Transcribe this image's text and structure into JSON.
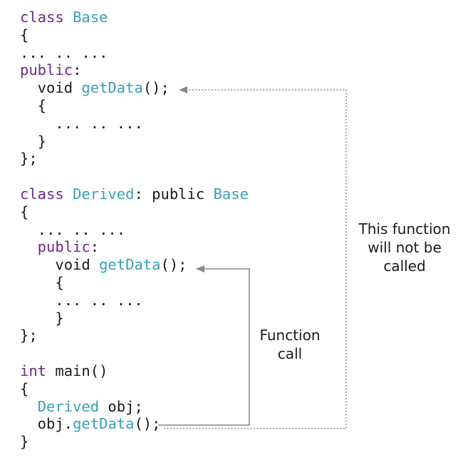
{
  "code_lines": [
    [
      {
        "t": "class ",
        "c": "kw"
      },
      {
        "t": "Base",
        "c": "ty"
      }
    ],
    [
      {
        "t": "{",
        "c": "pl"
      }
    ],
    [
      {
        "t": "... .. ...",
        "c": "pl"
      }
    ],
    [
      {
        "t": "public",
        "c": "kw"
      },
      {
        "t": ":",
        "c": "pl"
      }
    ],
    [
      {
        "t": "  void ",
        "c": "pl"
      },
      {
        "t": "getData",
        "c": "ty"
      },
      {
        "t": "();",
        "c": "pl"
      }
    ],
    [
      {
        "t": "  {",
        "c": "pl"
      }
    ],
    [
      {
        "t": "    ... .. ...",
        "c": "pl"
      }
    ],
    [
      {
        "t": "  }",
        "c": "pl"
      }
    ],
    [
      {
        "t": "};",
        "c": "pl"
      }
    ],
    [],
    [
      {
        "t": "class ",
        "c": "kw"
      },
      {
        "t": "Derived",
        "c": "ty"
      },
      {
        "t": ": public ",
        "c": "pl"
      },
      {
        "t": "Base",
        "c": "ty"
      }
    ],
    [
      {
        "t": "{",
        "c": "pl"
      }
    ],
    [
      {
        "t": "  ... .. ...",
        "c": "pl"
      }
    ],
    [
      {
        "t": "  public",
        "c": "kw"
      },
      {
        "t": ":",
        "c": "pl"
      }
    ],
    [
      {
        "t": "    void ",
        "c": "pl"
      },
      {
        "t": "getData",
        "c": "ty"
      },
      {
        "t": "();",
        "c": "pl"
      }
    ],
    [
      {
        "t": "    {",
        "c": "pl"
      }
    ],
    [
      {
        "t": "    ... .. ...",
        "c": "pl"
      }
    ],
    [
      {
        "t": "    }",
        "c": "pl"
      }
    ],
    [
      {
        "t": "};",
        "c": "pl"
      }
    ],
    [],
    [
      {
        "t": "int ",
        "c": "kw"
      },
      {
        "t": "main()",
        "c": "pl"
      }
    ],
    [
      {
        "t": "{",
        "c": "pl"
      }
    ],
    [
      {
        "t": "  ",
        "c": "pl"
      },
      {
        "t": "Derived",
        "c": "ty"
      },
      {
        "t": " obj;",
        "c": "pl"
      }
    ],
    [
      {
        "t": "  obj.",
        "c": "pl"
      },
      {
        "t": "getData",
        "c": "ty"
      },
      {
        "t": "();",
        "c": "pl"
      }
    ],
    [
      {
        "t": "}",
        "c": "pl"
      }
    ]
  ],
  "annotations": {
    "not_called": [
      "This function",
      "will not be",
      "called"
    ],
    "function_call": [
      "Function",
      "call"
    ]
  },
  "colors": {
    "keyword": "#6a2a8a",
    "type": "#3a9fb8",
    "text": "#1a1a1a",
    "arrow": "#8a8a8a"
  }
}
